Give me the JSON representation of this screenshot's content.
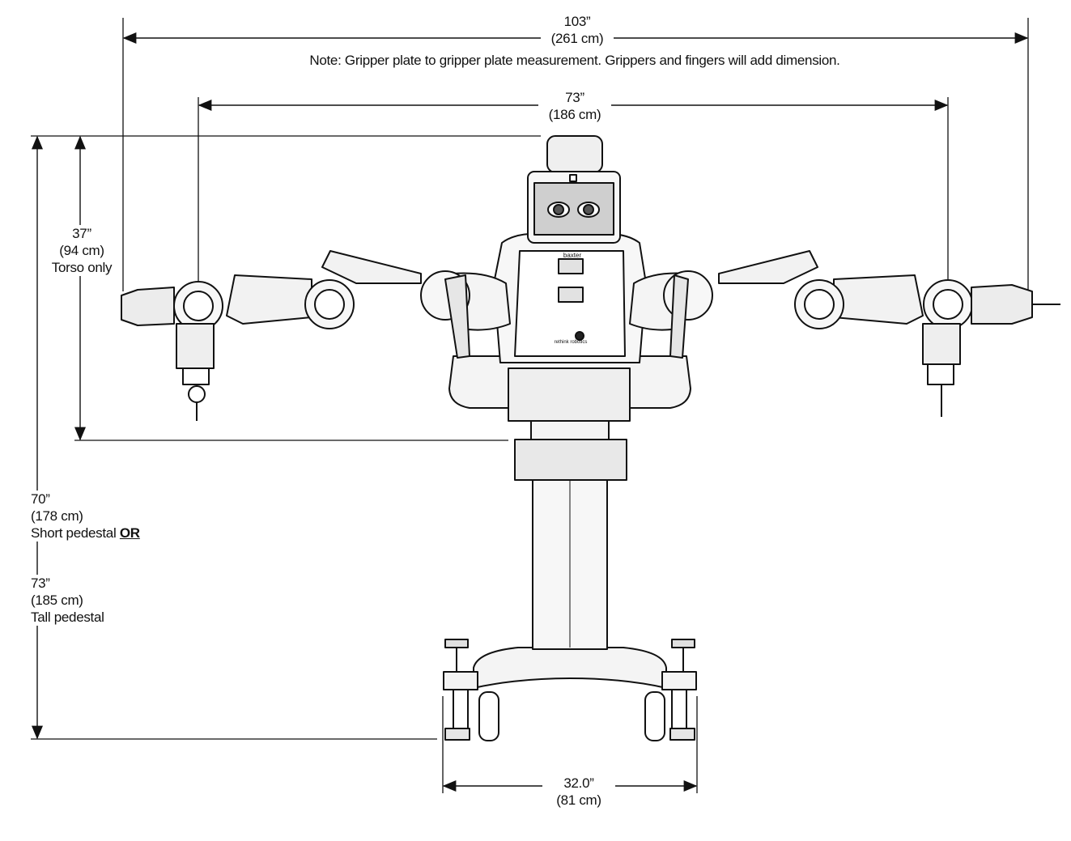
{
  "dimensions": {
    "total_width": {
      "inches": "103”",
      "cm": "(261 cm)",
      "note": "Note: Gripper plate to gripper plate measurement. Grippers and fingers will add dimension."
    },
    "arm_span": {
      "inches": "73”",
      "cm": "(186 cm)"
    },
    "torso_height": {
      "inches": "37”",
      "cm": "(94 cm)",
      "desc": "Torso only"
    },
    "short_height": {
      "inches": "70”",
      "cm": "(178 cm)",
      "desc": "Short pedestal",
      "or": "OR"
    },
    "tall_height": {
      "inches": "73”",
      "cm": "(185 cm)",
      "desc": "Tall pedestal"
    },
    "base_width": {
      "inches": "32.0”",
      "cm": "(81 cm)"
    }
  },
  "robot": {
    "screen_brand": "baxter",
    "chest_brand": "rethink robotics"
  },
  "colors": {
    "line": "#111111",
    "body": "#f2f2f2",
    "shade": "#dcdcdc",
    "screen": "#c9c9c9"
  }
}
